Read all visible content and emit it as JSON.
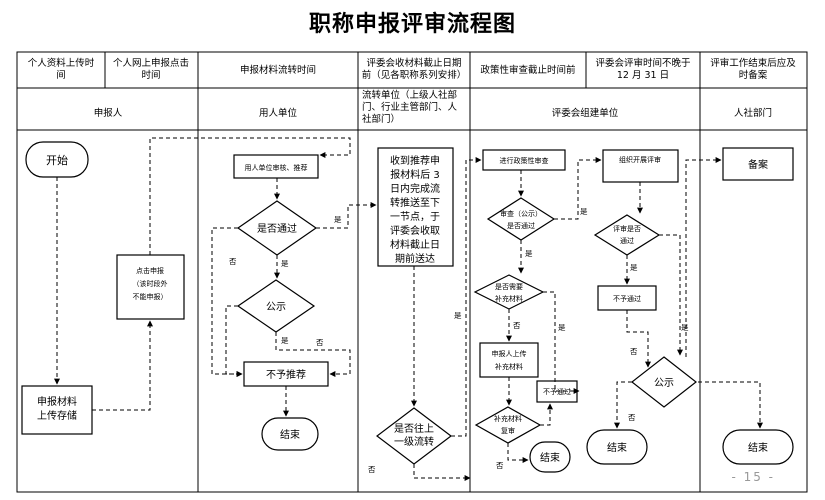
{
  "title": "职称申报评审流程图",
  "headers": [
    {
      "l1": "个人资料上传时",
      "l2": "间"
    },
    {
      "l1": "个人网上申报点击",
      "l2": "时间"
    },
    {
      "l1": "申报材料流转时间"
    },
    {
      "l1": "评委会收材料截止日期",
      "l2": "前（见各职称系列安排）"
    },
    {
      "l1": "政策性审查截止时间前"
    },
    {
      "l1": "评委会评审时间不晚于",
      "l2": "12 月 31 日"
    },
    {
      "l1": "评审工作结束后应及",
      "l2": "时备案"
    }
  ],
  "roles": [
    "申报人",
    "用人单位",
    {
      "l1": "流转单位（上级人社部",
      "l2": "门、行业主管部门、人",
      "l3": "社部门）"
    },
    "评委会组建单位",
    "人社部门"
  ],
  "nodes": {
    "start": "开始",
    "upload": {
      "l1": "申报材料",
      "l2": "上传存储"
    },
    "click_submit": {
      "l1": "点击申报",
      "l2": "（该时段外",
      "l3": "不能申报）"
    },
    "employer_review": "用人单位审核、推荐",
    "passed": "是否通过",
    "publicize": "公示",
    "reject_recommend": "不予推荐",
    "end": "结束",
    "received": [
      "收到推荐申",
      "报材料后 3",
      "日内完成流",
      "转推送至下",
      "一节点，于",
      "评委会收取",
      "材料截止日",
      "期前送达"
    ],
    "forward_level": {
      "l1": "是否往上",
      "l2": "一级流转"
    },
    "policy_review": "进行政策性审查",
    "review_publicity": {
      "l1": "审查（公示）",
      "l2": "是否通过"
    },
    "need_supplement": {
      "l1": "是否需要",
      "l2": "补充材料"
    },
    "applicant_supplement": {
      "l1": "申报人上传",
      "l2": "补充材料"
    },
    "reject_short": "不予通过",
    "supplement_review": {
      "l1": "补充材料",
      "l2": "复审"
    },
    "organize_review": "组织开展评审",
    "review_passed": {
      "l1": "评审是否",
      "l2": "通过"
    },
    "archive": "备案"
  },
  "edges": {
    "yes": "是",
    "no": "否"
  },
  "page_number": "- 15 -"
}
